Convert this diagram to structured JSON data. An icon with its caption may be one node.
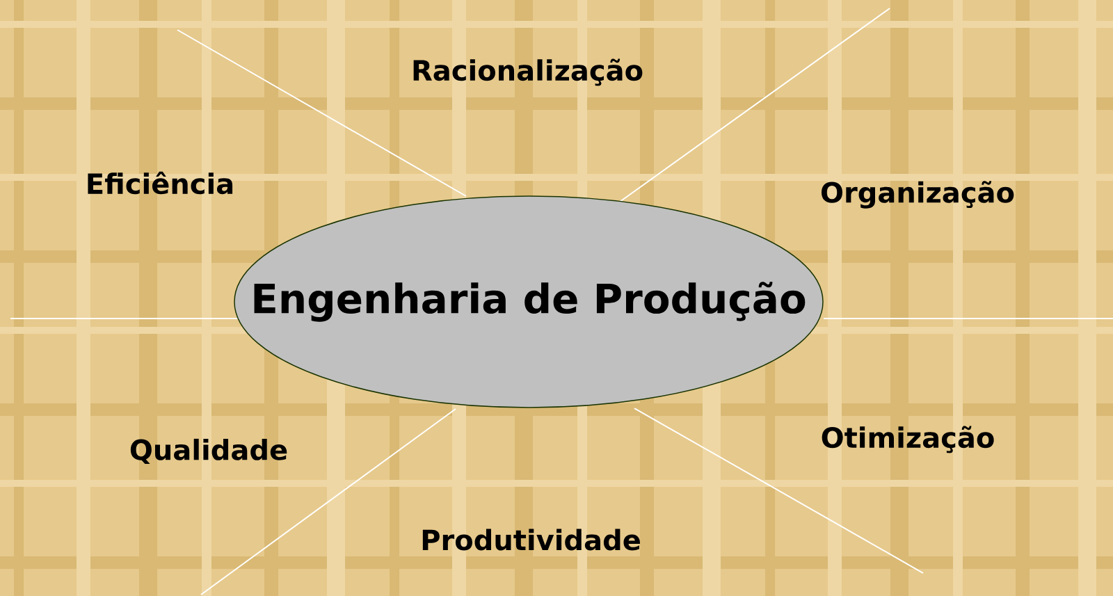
{
  "diagram": {
    "nodes": [
      {
        "text": [
          "Engenharia de Produção"
        ]
      }
    ],
    "labels": [
      "Racionalização",
      "Eficiência",
      "Organização",
      "Otimização",
      "Qualidade",
      "Produtividade"
    ]
  }
}
